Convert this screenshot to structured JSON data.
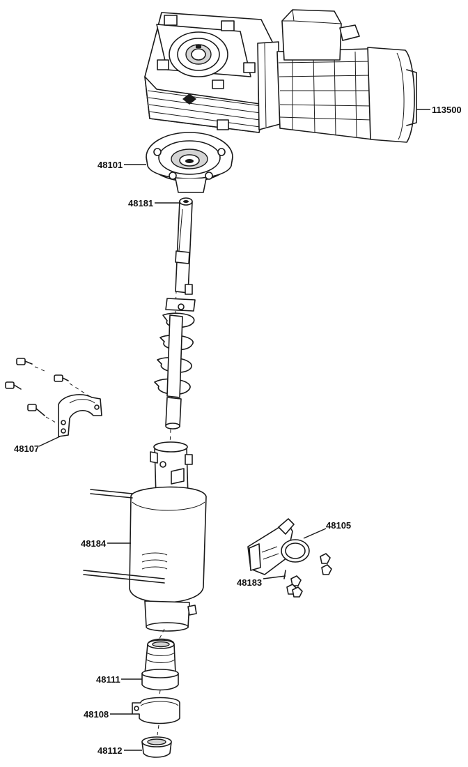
{
  "parts": [
    {
      "id": "gearbox-motor",
      "label": "113500"
    },
    {
      "id": "mounting-flange",
      "label": "48101"
    },
    {
      "id": "auger-shaft",
      "label": "48181"
    },
    {
      "id": "motor-bracket",
      "label": "48107"
    },
    {
      "id": "hopper-body",
      "label": "48184"
    },
    {
      "id": "discharge-spout",
      "label": "48105"
    },
    {
      "id": "spout-hardware",
      "label": "48183"
    },
    {
      "id": "bushing-seal",
      "label": "48111"
    },
    {
      "id": "tube-clamp",
      "label": "48108"
    },
    {
      "id": "end-cap",
      "label": "48112"
    }
  ],
  "colors": {
    "ink": "#1a1a1a",
    "shade": "#d4d4d4",
    "background": "#ffffff"
  }
}
